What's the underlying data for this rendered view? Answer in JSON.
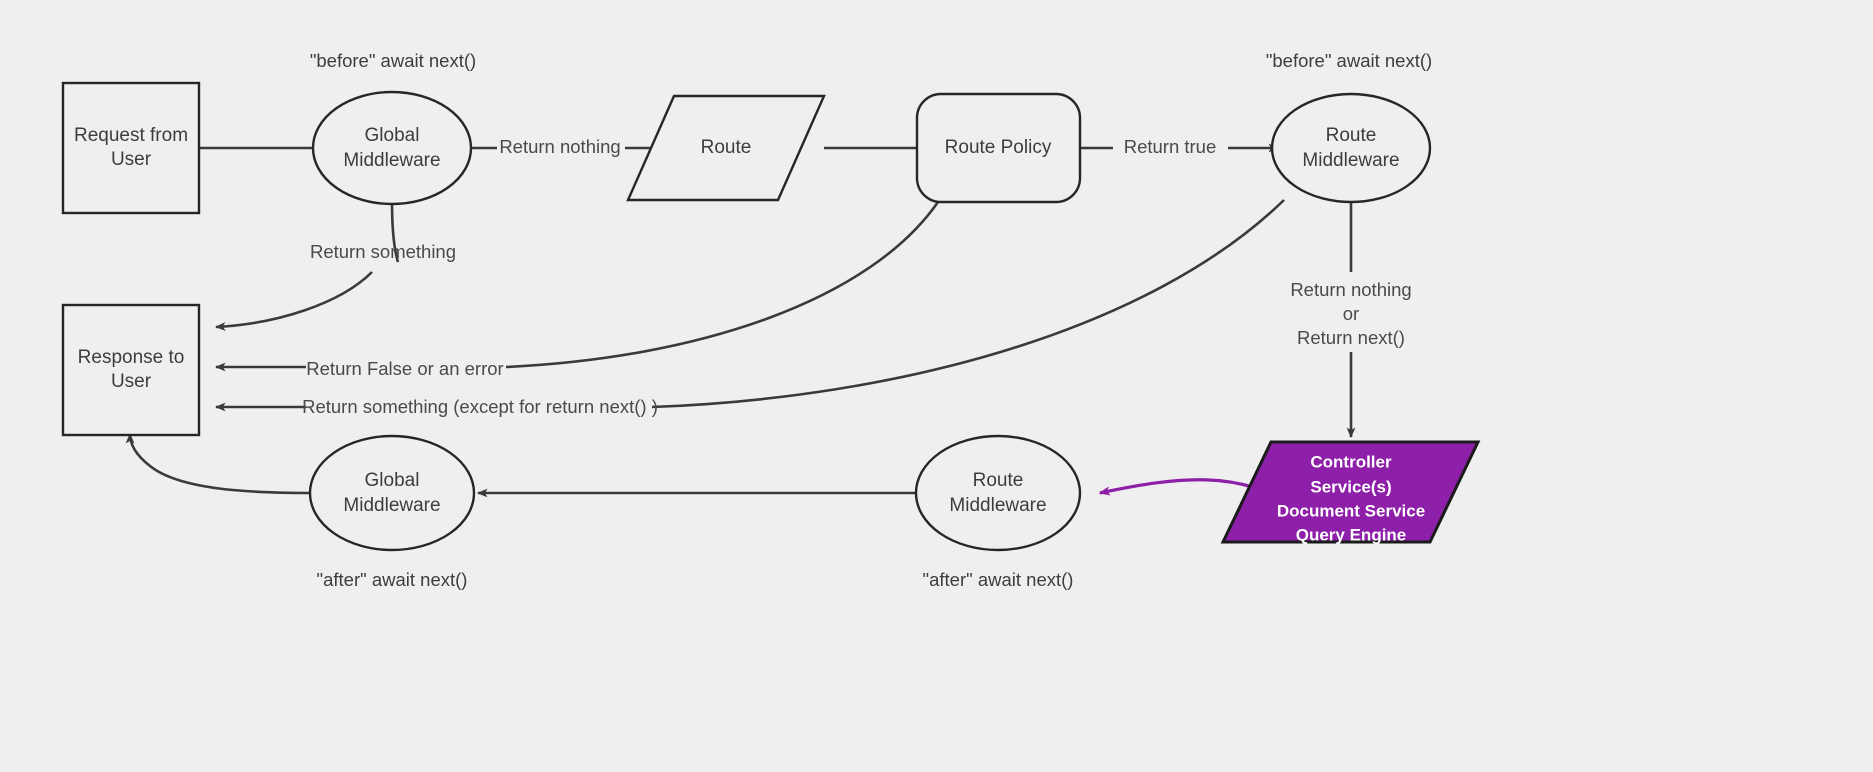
{
  "diagram": {
    "background_color": "#efefef",
    "stroke_color": "#3a3a3a",
    "accent_color": "#8e1fa8",
    "nodes": {
      "request_from_user": {
        "line1": "Request from",
        "line2": "User"
      },
      "global_middleware_before": {
        "line1": "Global",
        "line2": "Middleware"
      },
      "route": {
        "line1": "Route"
      },
      "route_policy": {
        "line1": "Route Policy"
      },
      "route_middleware_before": {
        "line1": "Route",
        "line2": "Middleware"
      },
      "controller_services": {
        "line1": "Controller",
        "line2": "Service(s)",
        "line3": "Document Service",
        "line4": "Query Engine"
      },
      "route_middleware_after": {
        "line1": "Route",
        "line2": "Middleware"
      },
      "global_middleware_after": {
        "line1": "Global",
        "line2": "Middleware"
      },
      "response_to_user": {
        "line1": "Response to",
        "line2": "User"
      }
    },
    "edge_labels": {
      "return_nothing": "Return nothing",
      "return_true": "Return true",
      "return_something": "Return something",
      "return_false_or_error": "Return False or an error",
      "return_something_except_next": "Return something (except for return next() )",
      "return_nothing_or_next_line1": "Return nothing",
      "return_nothing_or_next_line2": "or",
      "return_nothing_or_next_line3": "Return next()"
    },
    "annotations": {
      "before_await_next_global": "\"before\" await next()",
      "before_await_next_route": "\"before\" await next()",
      "after_await_next_global": "\"after\" await next()",
      "after_await_next_route": "\"after\" await next()"
    }
  }
}
